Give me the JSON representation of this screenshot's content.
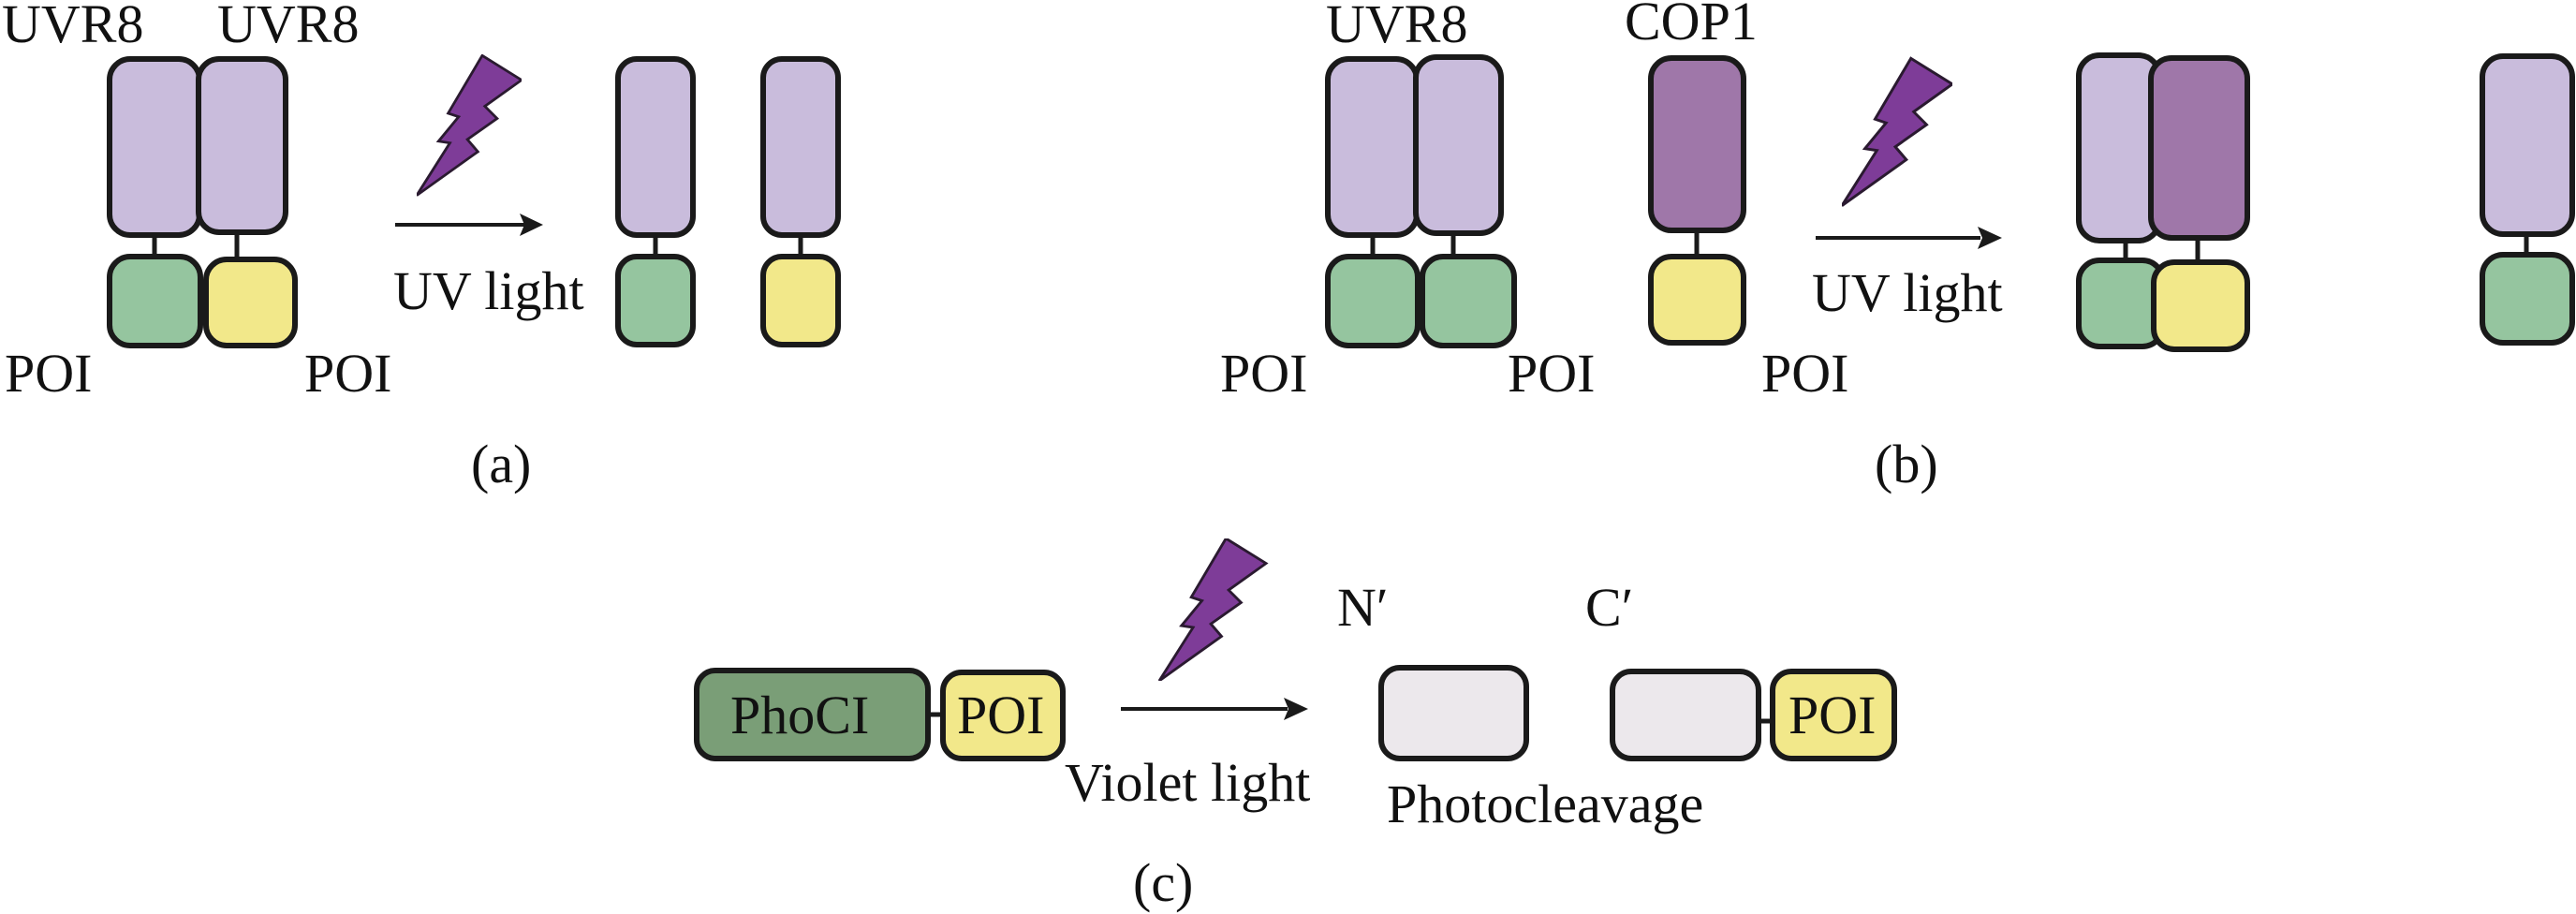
{
  "colors": {
    "uvr8": "#c9bcdc",
    "cop1": "#9f77a9",
    "poi_green": "#95c59f",
    "poi_yellow": "#f2e88a",
    "phoci": "#7a9e77",
    "cleaved": "#ece8ec",
    "bolt": "#7e3c98",
    "outline": "#1a1a1a"
  },
  "panel_a": {
    "label": "(a)",
    "uvr8_left_label": "UVR8",
    "uvr8_right_label": "UVR8",
    "poi_left_label": "POI",
    "poi_right_label": "POI",
    "arrow_label": "UV light",
    "before": "UVR8 homodimer fused to two different POIs",
    "after": "Two UVR8 monomers, each with its POI"
  },
  "panel_b": {
    "label": "(b)",
    "uvr8_label": "UVR8",
    "cop1_label": "COP1",
    "poi_left_label": "POI",
    "poi_mid_label": "POI",
    "poi_cop1_label": "POI",
    "arrow_label": "UV light",
    "before": "UVR8 homodimer and separate COP1-POI",
    "after": "UVR8-COP1 heterodimer plus free UVR8 monomer"
  },
  "panel_c": {
    "label": "(c)",
    "phoci_label": "PhoCI",
    "poi_label": "POI",
    "arrow_label": "Violet light",
    "n_label": "N′",
    "c_label": "C′",
    "c_poi_label": "POI",
    "result_label": "Photocleavage"
  }
}
